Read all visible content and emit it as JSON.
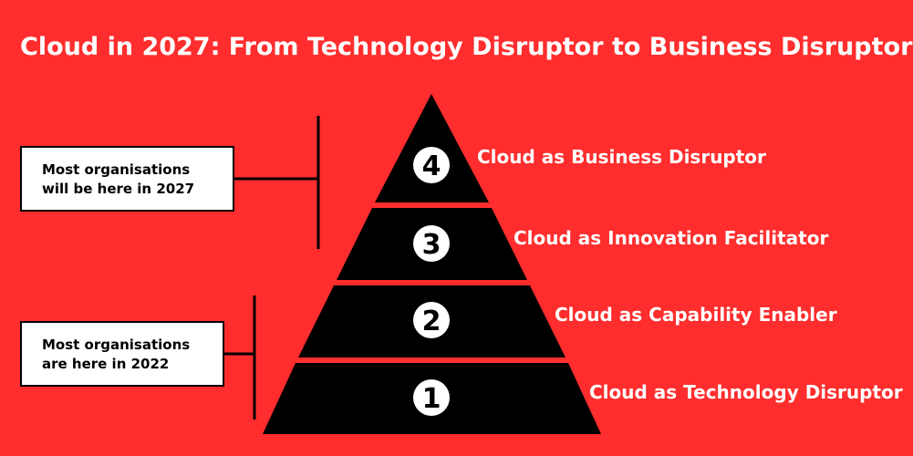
{
  "title": "Cloud in 2027: From Technology Disruptor to Business Disruptor",
  "levels": [
    {
      "number": "4",
      "label": "Cloud as Business Disruptor"
    },
    {
      "number": "3",
      "label": "Cloud as Innovation Facilitator"
    },
    {
      "number": "2",
      "label": "Cloud as Capability Enabler"
    },
    {
      "number": "1",
      "label": "Cloud as Technology Disruptor"
    }
  ],
  "callouts": {
    "future": {
      "line1": "Most organisations",
      "line2": "will be here in 2027"
    },
    "current": {
      "line1": "Most organisations",
      "line2": "are here in 2022"
    }
  },
  "colors": {
    "background": "#ff2d2d",
    "pyramid": "#000000",
    "text": "#ffffff",
    "callout_bg": "#ffffff"
  }
}
